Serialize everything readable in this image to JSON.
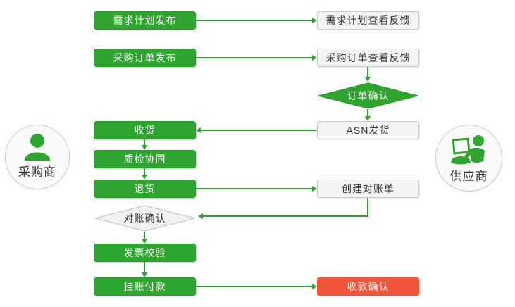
{
  "colors": {
    "green": "#2ea52e",
    "green_border": "#259b28",
    "red": "#f0543a",
    "gray_fill": "#f4f4f4",
    "gray_border": "#c9c9c9"
  },
  "actors": {
    "buyer": "采购商",
    "supplier": "供应商"
  },
  "nodes": {
    "demand_publish": "需求计划发布",
    "demand_feedback": "需求计划查看反馈",
    "po_publish": "采购订单发布",
    "po_feedback": "采购订单查看反馈",
    "order_confirm": "订单确认",
    "asn_ship": "ASN发货",
    "receive": "收货",
    "quality_collab": "质检协同",
    "return_goods": "退货",
    "create_statement": "创建对账单",
    "reconcile_confirm": "对账确认",
    "invoice_verify": "发票校验",
    "payment_on_account": "挂账付款",
    "receipt_confirm": "收款确认"
  }
}
